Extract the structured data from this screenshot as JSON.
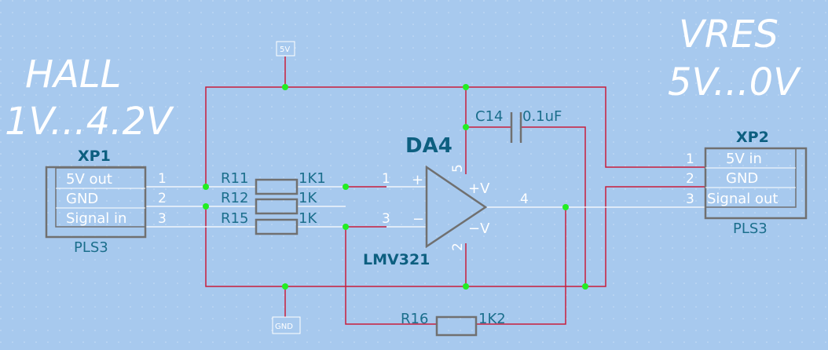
{
  "left_block": {
    "line1": "HALL",
    "line2": "1V...4.2V"
  },
  "right_block": {
    "line1": "VRES",
    "line2": "5V...0V"
  },
  "power_label": "5V",
  "ground_label": "GND",
  "connector_left": {
    "ref": "XP1",
    "type": "PLS3",
    "pins": [
      {
        "label": "5V out",
        "num": "1"
      },
      {
        "label": "GND",
        "num": "2"
      },
      {
        "label": "Signal in",
        "num": "3"
      }
    ]
  },
  "connector_right": {
    "ref": "XP2",
    "type": "PLS3",
    "pins": [
      {
        "label": "5V in",
        "num": "1"
      },
      {
        "label": "GND",
        "num": "2"
      },
      {
        "label": "Signal out",
        "num": "3"
      }
    ]
  },
  "resistors": {
    "r11": {
      "ref": "R11",
      "value": "1K1"
    },
    "r12": {
      "ref": "R12",
      "value": "1K"
    },
    "r15": {
      "ref": "R15",
      "value": "1K"
    },
    "r16": {
      "ref": "R16",
      "value": "1K2"
    }
  },
  "capacitor": {
    "ref": "C14",
    "value": "0.1uF"
  },
  "opamp": {
    "ref": "DA4",
    "part": "LMV321",
    "plus_in": "+",
    "minus_in": "−",
    "vplus": "+V",
    "vminus": "−V",
    "pin_plus": "1",
    "pin_minus": "3",
    "pin_out": "4",
    "pin_vplus": "5",
    "pin_vminus": "2"
  },
  "colors": {
    "background": "#a7c9ee",
    "wire": "#c81e3c",
    "signal_wire": "#ffffff",
    "junction": "#22ee22",
    "outline": "#707070",
    "label": "#1b6e8c"
  }
}
